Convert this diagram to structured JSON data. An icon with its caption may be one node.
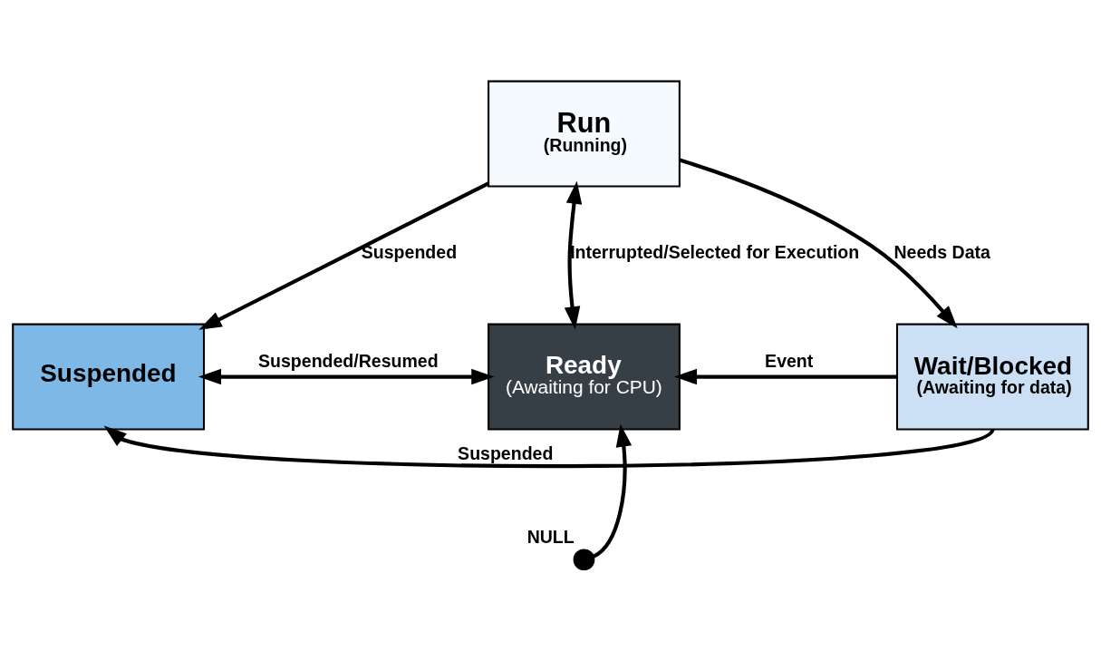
{
  "diagram": {
    "nodes": [
      {
        "text": [
          "Run",
          "(Running)"
        ]
      },
      {
        "text": [
          "Suspended"
        ]
      },
      {
        "text": [
          "Ready",
          "(Awaiting for CPU)"
        ]
      },
      {
        "text": [
          "Wait/Blocked",
          "(Awaiting for data)"
        ]
      },
      {
        "text": [],
        "shape": "circle",
        "beside": [
          "NULL"
        ]
      }
    ],
    "edges": [
      {
        "from": 0,
        "to": 1,
        "arrow": "to",
        "label": "Suspended"
      },
      {
        "from": 0,
        "to": 3,
        "arrow": "to",
        "label": "Needs Data"
      },
      {
        "from": 0,
        "to": 2,
        "arrow": "both",
        "label": "Interrupted/Selected for Execution"
      },
      {
        "from": 1,
        "to": 2,
        "arrow": "both",
        "label": "Suspended/Resumed"
      },
      {
        "from": 3,
        "to": 2,
        "arrow": "to",
        "label": "Event"
      },
      {
        "from": 3,
        "to": 1,
        "arrow": "to",
        "label": "Suspended"
      },
      {
        "from": 4,
        "to": 2,
        "arrow": "to"
      }
    ]
  }
}
